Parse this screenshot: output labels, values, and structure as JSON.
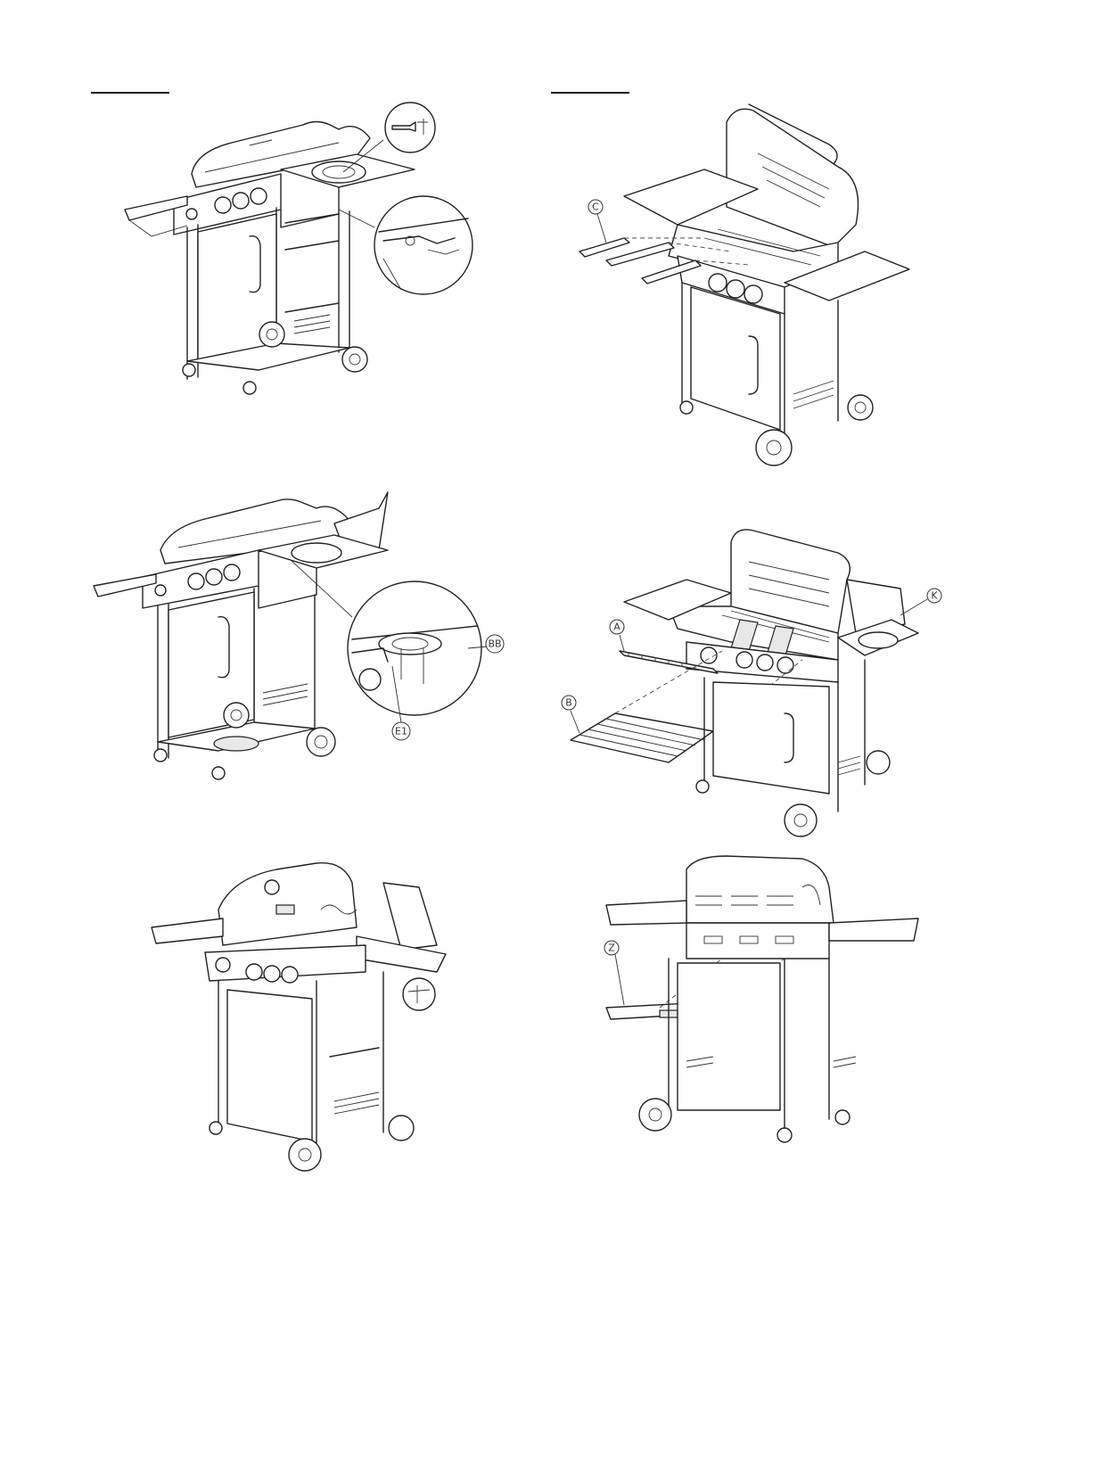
{
  "colors": {
    "line": "#222222",
    "background": "#ffffff",
    "fill_light": "#e8e8e8"
  },
  "steps": [
    {
      "id": "step-left-1",
      "has_heading_rule": true
    },
    {
      "id": "step-right-1",
      "has_heading_rule": true
    },
    {
      "id": "step-left-2",
      "callouts": [
        "BB",
        "E1"
      ]
    },
    {
      "id": "step-right-2",
      "callouts": [
        "A",
        "B",
        "K"
      ]
    },
    {
      "id": "step-left-3"
    },
    {
      "id": "step-right-3",
      "callouts": [
        "Z"
      ]
    }
  ],
  "callouts": {
    "c": "C",
    "bb": "BB",
    "e1": "E1",
    "a": "A",
    "b": "B",
    "k": "K",
    "z": "Z"
  }
}
